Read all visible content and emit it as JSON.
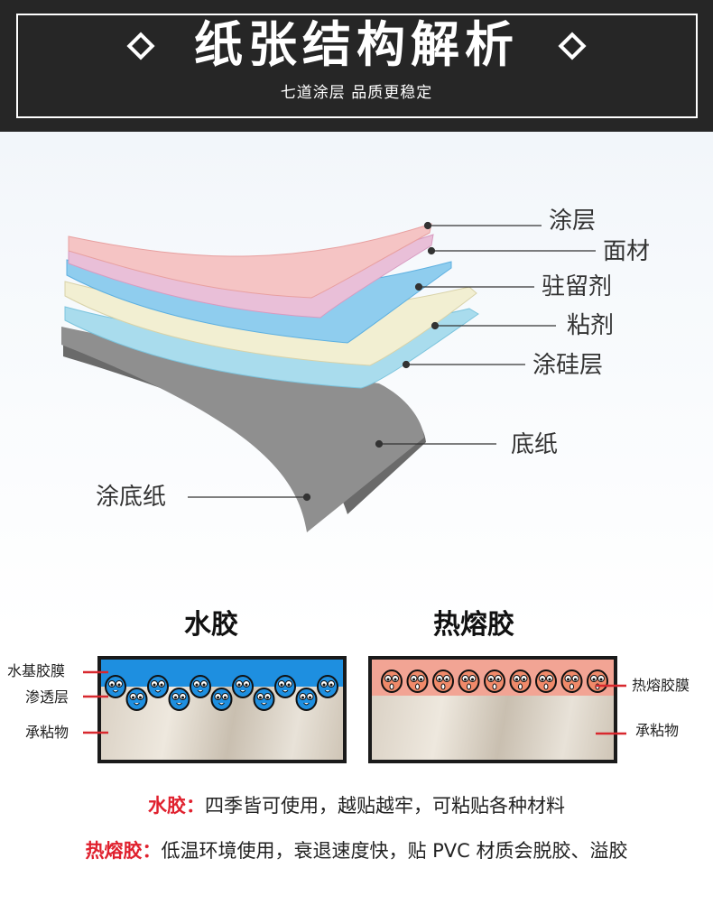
{
  "header": {
    "title": "纸张结构解析",
    "subtitle": "七道涂层 品质更稳定"
  },
  "layers": {
    "coating": "涂层",
    "face": "面材",
    "retention": "驻留剂",
    "adhesive": "粘剂",
    "silicone": "涂硅层",
    "base": "底纸",
    "coated_base": "涂底纸"
  },
  "compare": {
    "water": {
      "title": "水胶",
      "film": "水基胶膜",
      "penetration": "渗透层",
      "substrate": "承粘物"
    },
    "hotmelt": {
      "title": "热熔胶",
      "film": "热熔胶膜",
      "substrate": "承粘物"
    }
  },
  "notes": [
    {
      "label": "水胶：",
      "text": "四季皆可使用，越贴越牢，可粘贴各种材料"
    },
    {
      "label": "热熔胶：",
      "text": "低温环境使用，衰退速度快，贴 PVC 材质会脱胶、溢胶"
    }
  ],
  "colors": {
    "accent": "#e0212e",
    "water_film": "#1e8fe0",
    "hotmelt_film": "#f2a494"
  }
}
